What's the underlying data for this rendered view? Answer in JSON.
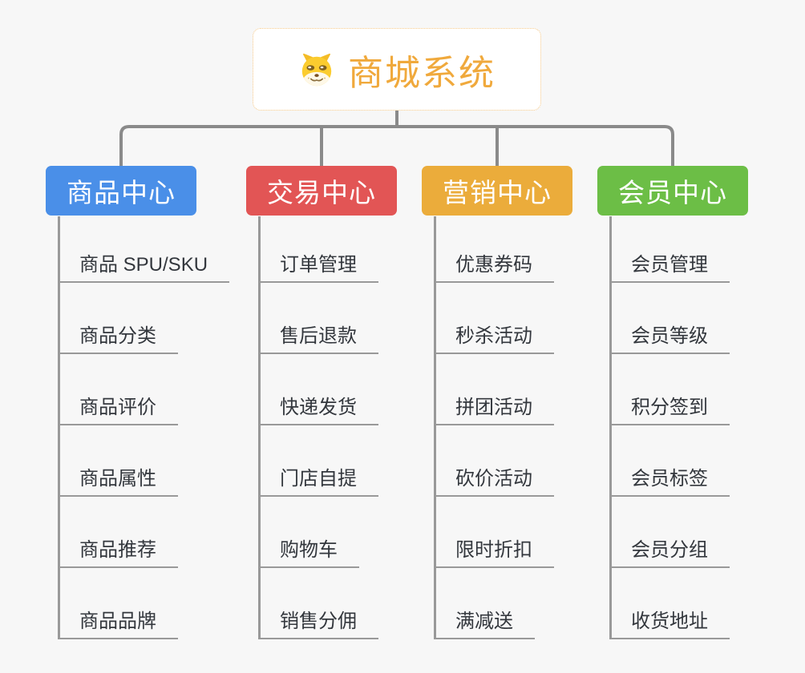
{
  "root": {
    "title": "商城系统",
    "icon": "doge-icon"
  },
  "branches": [
    {
      "label": "商品中心",
      "color": "#4A8FE8",
      "items": [
        "商品 SPU/SKU",
        "商品分类",
        "商品评价",
        "商品属性",
        "商品推荐",
        "商品品牌"
      ]
    },
    {
      "label": "交易中心",
      "color": "#E25555",
      "items": [
        "订单管理",
        "售后退款",
        "快递发货",
        "门店自提",
        "购物车",
        "销售分佣"
      ]
    },
    {
      "label": "营销中心",
      "color": "#EBAC3B",
      "items": [
        "优惠券码",
        "秒杀活动",
        "拼团活动",
        "砍价活动",
        "限时折扣",
        "满减送"
      ]
    },
    {
      "label": "会员中心",
      "color": "#6CBE46",
      "items": [
        "会员管理",
        "会员等级",
        "积分签到",
        "会员标签",
        "会员分组",
        "收货地址"
      ]
    }
  ],
  "colors": {
    "background": "#F7F7F7",
    "connector": "#8A8A8A",
    "item_line": "#999999",
    "item_text": "#33373D",
    "branch_text": "#FFFFFF",
    "root_text": "#F0A93C",
    "root_border": "#F5C887",
    "root_bg": "#FFFFFF"
  }
}
